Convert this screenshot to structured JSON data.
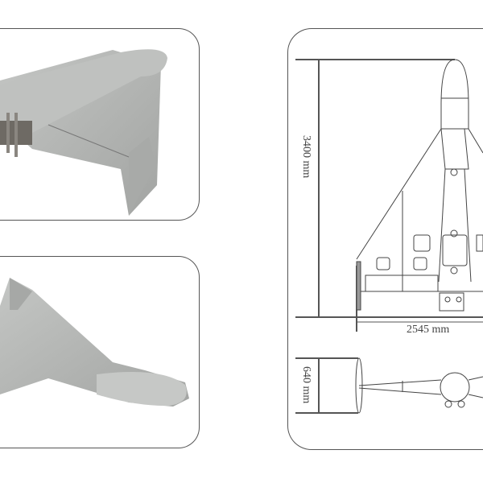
{
  "dimensions": {
    "length": "3400 mm",
    "wingspan": "2545 mm",
    "height": "640 mm"
  },
  "colors": {
    "drone_body": "#b4b6b4",
    "line": "#555555"
  }
}
